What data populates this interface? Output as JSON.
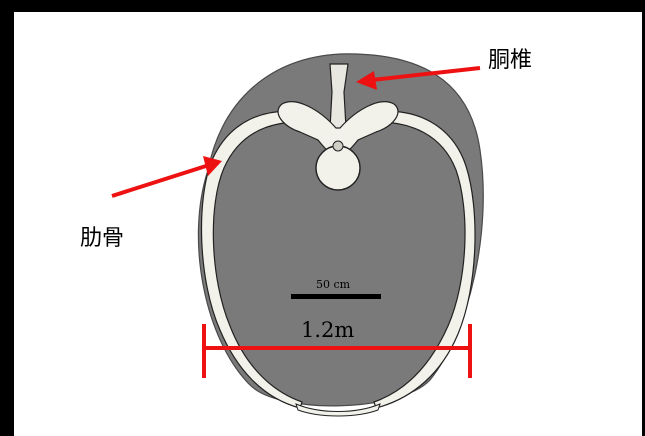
{
  "labels": {
    "vertebra": "胴椎",
    "rib": "肋骨"
  },
  "scale_bar": {
    "text": "50 cm"
  },
  "width_measure": {
    "text": "1.2m"
  },
  "colors": {
    "frame_border": "#000000",
    "background": "#ffffff",
    "body_fill": "#7a7a7a",
    "bone_fill": "#f2f2ea",
    "arrow": "#ee1111",
    "scale_bar": "#000000"
  }
}
